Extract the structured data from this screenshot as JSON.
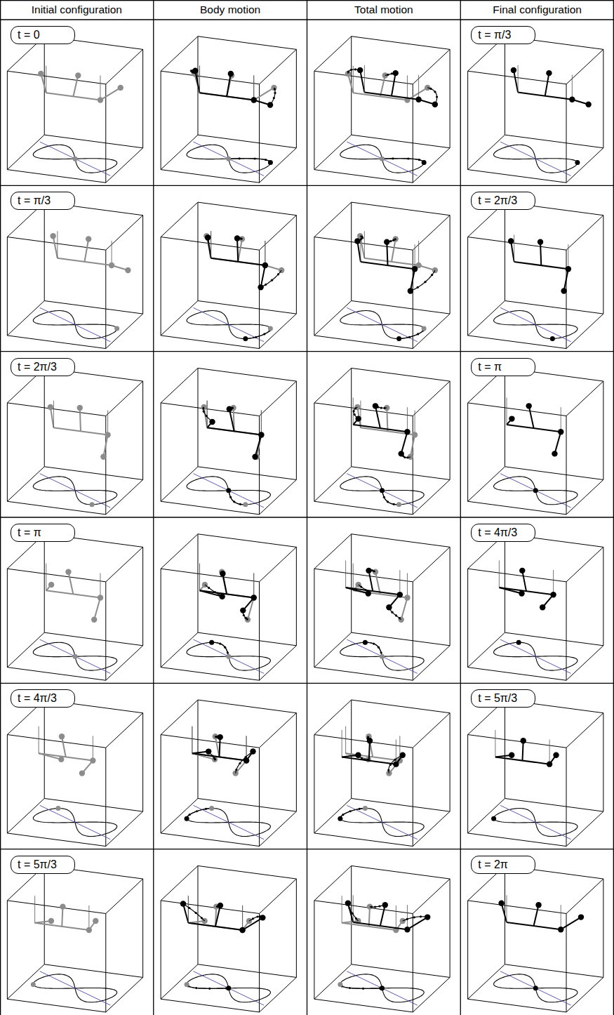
{
  "diagram": {
    "nodes": [
      {
        "text": [
          "t = 0"
        ]
      },
      {
        "text": [
          "t = π/3"
        ]
      },
      {
        "text": [
          "t = π/3"
        ]
      },
      {
        "text": [
          "t = 2π/3"
        ]
      },
      {
        "text": [
          "t = 2π/3"
        ]
      },
      {
        "text": [
          "t = π"
        ]
      },
      {
        "text": [
          "t = π"
        ]
      },
      {
        "text": [
          "t = 4π/3"
        ]
      },
      {
        "text": [
          "t = 4π/3"
        ]
      },
      {
        "text": [
          "t = 5π/3"
        ]
      },
      {
        "text": [
          "t = 5π/3"
        ]
      },
      {
        "text": [
          "t = 2π"
        ]
      }
    ],
    "labels": [
      "Initial configuration",
      "Body motion",
      "Total motion",
      "Final configuration"
    ]
  }
}
